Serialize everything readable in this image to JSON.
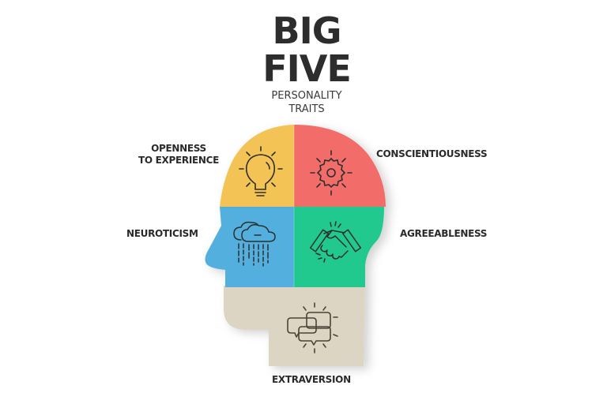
{
  "title": {
    "line1": "BIG",
    "line2": "FIVE",
    "subtitle_line1": "PERSONALITY",
    "subtitle_line2": "TRAITS"
  },
  "traits": [
    {
      "name": "OPENNESS TO EXPERIENCE",
      "line1": "OPENNESS",
      "line2": "TO EXPERIENCE",
      "icon": "lightbulb-icon",
      "color": "#f3c355",
      "position": "top-left"
    },
    {
      "name": "CONSCIENTIOUSNESS",
      "icon": "gear-icon",
      "color": "#f26d6a",
      "position": "top-right"
    },
    {
      "name": "NEUROTICISM",
      "icon": "rain-cloud-icon",
      "color": "#53b0de",
      "position": "middle-left"
    },
    {
      "name": "AGREEABLENESS",
      "icon": "handshake-icon",
      "color": "#23c98f",
      "position": "middle-right"
    },
    {
      "name": "EXTRAVERSION",
      "icon": "speech-bubbles-icon",
      "color": "#ddd5c4",
      "position": "bottom"
    }
  ],
  "colors": {
    "text": "#2b2b2b",
    "icon_stroke": "#2e2e2e",
    "background": "#ffffff"
  }
}
